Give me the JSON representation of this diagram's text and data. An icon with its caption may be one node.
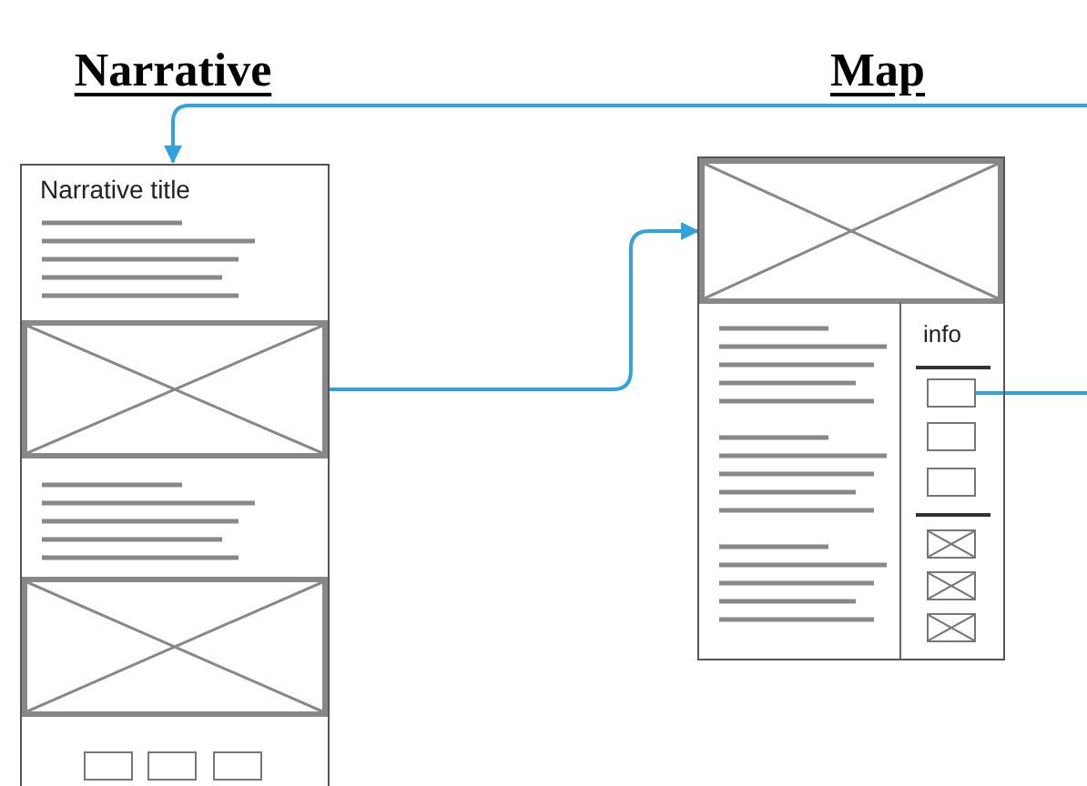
{
  "diagram": {
    "nodes": [
      {
        "text": [
          "Narrative title"
        ]
      },
      {
        "text": [],
        "shape": "box",
        "in": 0
      },
      {
        "text": [],
        "shape": "box",
        "in": 0
      },
      {
        "text": [],
        "shape": "box",
        "in": 0
      },
      {
        "text": [],
        "shape": "box",
        "in": 0
      },
      {
        "text": [],
        "shape": "box",
        "in": 0
      },
      {
        "text": [],
        "shape": "box"
      },
      {
        "text": [],
        "shape": "box",
        "in": 6
      },
      {
        "text": [
          "info"
        ],
        "in": 6
      },
      {
        "text": [],
        "shape": "box",
        "in": 8
      },
      {
        "text": [],
        "shape": "box",
        "in": 8
      },
      {
        "text": [],
        "shape": "box",
        "in": 8
      },
      {
        "text": [],
        "shape": "box",
        "in": 8
      },
      {
        "text": [],
        "shape": "box",
        "in": 8
      },
      {
        "text": [],
        "shape": "box",
        "in": 8
      }
    ],
    "edges": [
      {
        "from": 1,
        "to": 7,
        "arrow": "to"
      },
      {
        "from": 9,
        "to": null,
        "arrow": "none"
      },
      {
        "from": null,
        "to": 0,
        "arrow": "to"
      }
    ],
    "labels": [
      "Narrative",
      "Map"
    ]
  }
}
